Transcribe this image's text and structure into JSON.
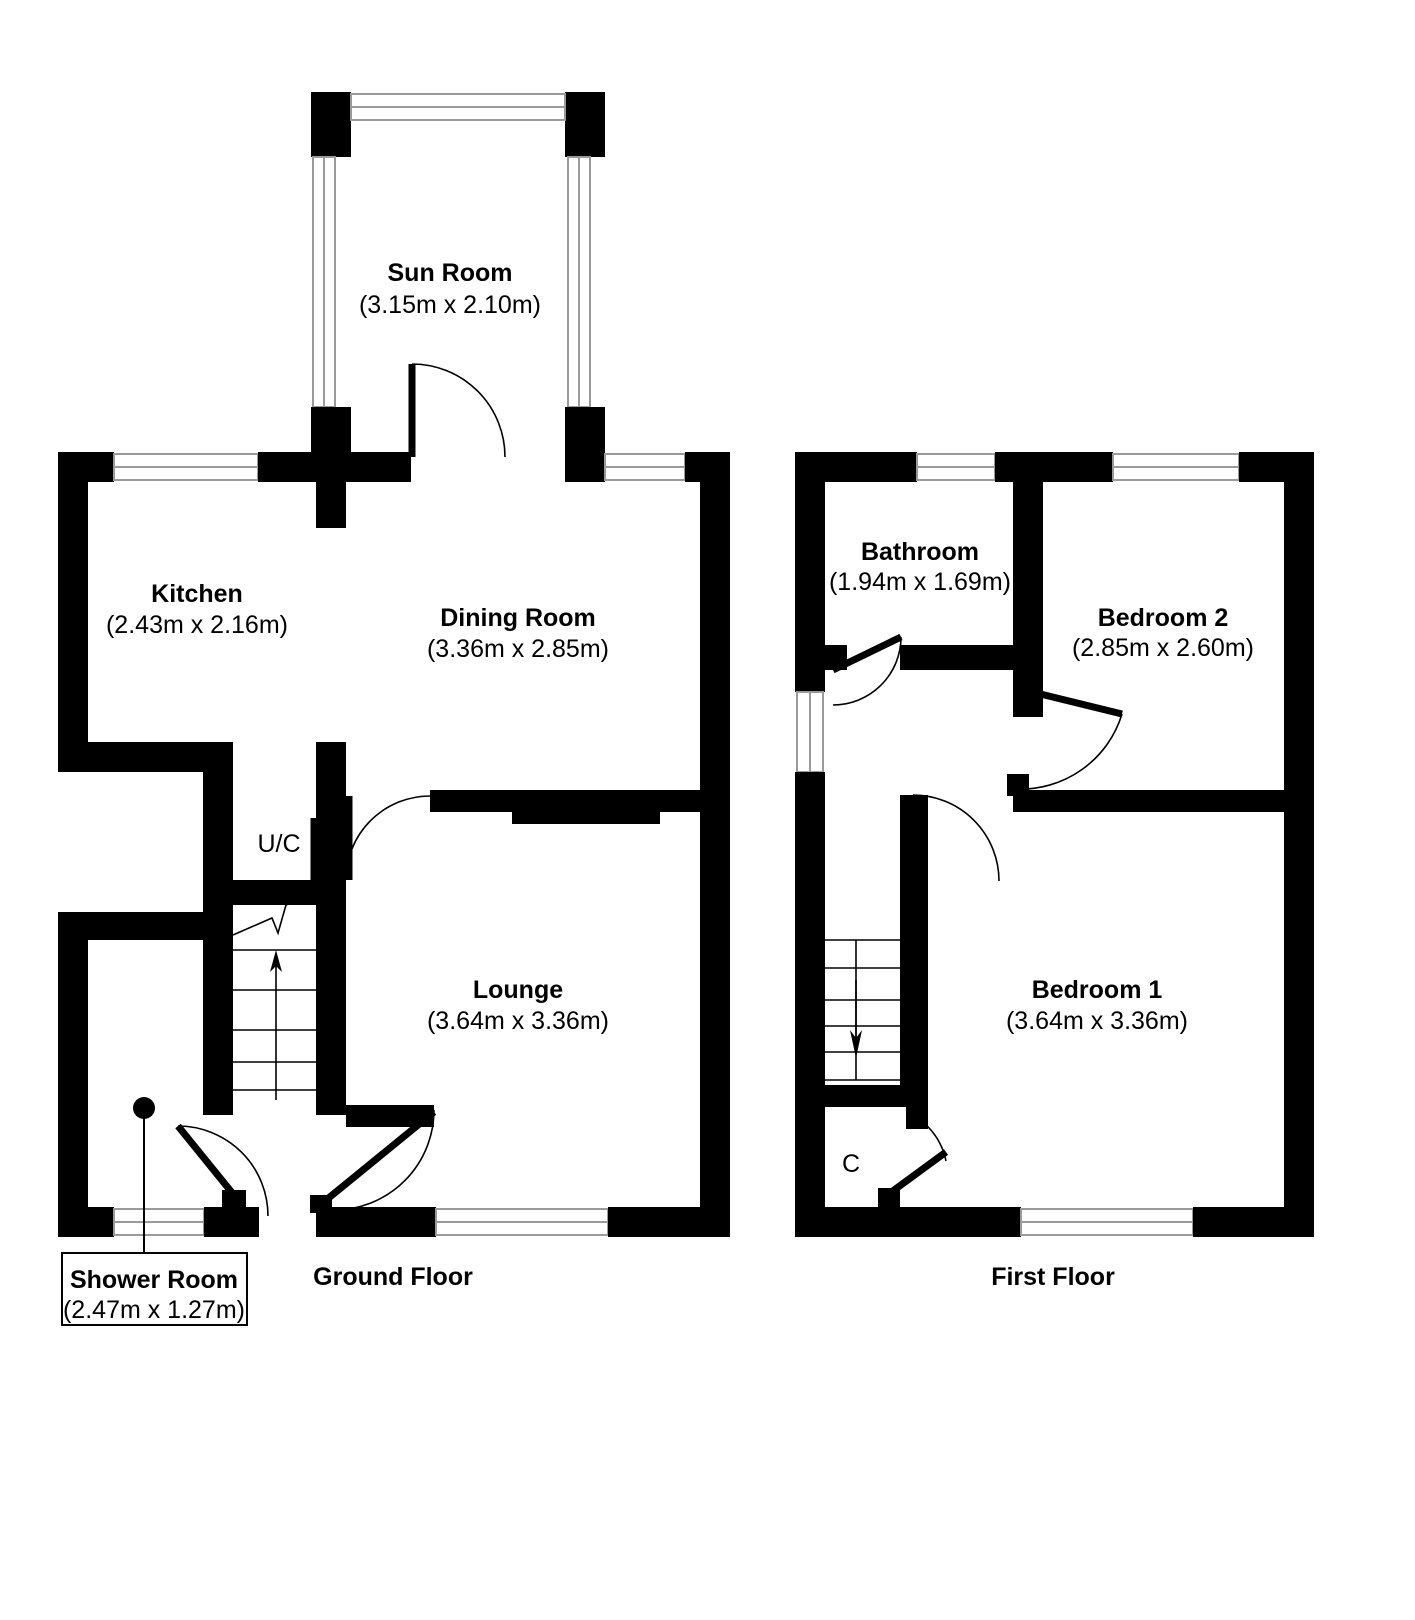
{
  "document": {
    "type": "floor-plan",
    "floors": [
      {
        "id": "ground",
        "title": "Ground Floor",
        "rooms": [
          {
            "id": "sun-room",
            "name": "Sun Room",
            "dimensions": "(3.15m x 2.10m)"
          },
          {
            "id": "kitchen",
            "name": "Kitchen",
            "dimensions": "(2.43m x 2.16m)"
          },
          {
            "id": "dining-room",
            "name": "Dining Room",
            "dimensions": "(3.36m x 2.85m)"
          },
          {
            "id": "lounge",
            "name": "Lounge",
            "dimensions": "(3.64m x 3.36m)"
          },
          {
            "id": "shower-room",
            "name": "Shower Room",
            "dimensions": "(2.47m x 1.27m)"
          }
        ],
        "tags": [
          {
            "id": "under-stairs-cupboard",
            "label": "U/C"
          }
        ]
      },
      {
        "id": "first",
        "title": "First Floor",
        "rooms": [
          {
            "id": "bathroom",
            "name": "Bathroom",
            "dimensions": "(1.94m x 1.69m)"
          },
          {
            "id": "bedroom-2",
            "name": "Bedroom 2",
            "dimensions": "(2.85m x 2.60m)"
          },
          {
            "id": "bedroom-1",
            "name": "Bedroom 1",
            "dimensions": "(3.64m x 3.36m)"
          }
        ],
        "tags": [
          {
            "id": "cupboard",
            "label": "C"
          }
        ]
      }
    ],
    "colors": {
      "wall": "#000000",
      "background": "#ffffff",
      "window_stroke": "#9a9a9a",
      "text": "#000000"
    }
  }
}
